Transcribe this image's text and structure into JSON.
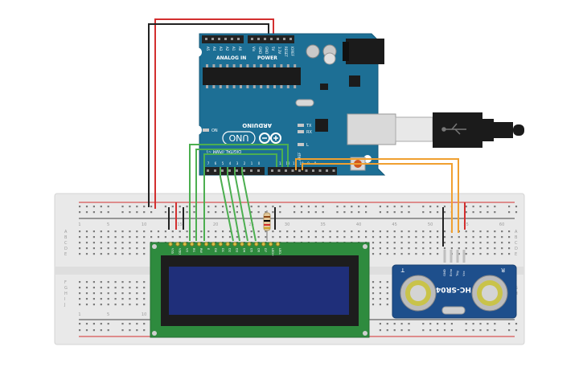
{
  "arduino": {
    "brand": "ARDUINO",
    "model": "UNO",
    "power_header_label": "POWER",
    "analog_header_label": "ANALOG IN",
    "digital_header_label": "DIGITAL (PWM ~)",
    "on_label": "ON",
    "tx_label": "TX",
    "rx_label": "RX",
    "l_label": "L",
    "aref_label": "AREF",
    "gnd_label": "GND",
    "analog_pins": [
      "A5",
      "A4",
      "A3",
      "A2",
      "A1",
      "A0"
    ],
    "power_pins": [
      "Vin",
      "GND",
      "GND",
      "5V",
      "3.3V",
      "RESET",
      "IOREF"
    ],
    "digital_pins": [
      "0",
      "1",
      "2",
      "3",
      "4",
      "5",
      "6",
      "7",
      "8",
      "9",
      "10",
      "11",
      "12",
      "13"
    ],
    "board_color": "#1d6f95"
  },
  "breadboard": {
    "column_numbers": [
      "1",
      "5",
      "10",
      "15",
      "20",
      "25",
      "30",
      "35",
      "40",
      "45",
      "50",
      "55",
      "60"
    ],
    "row_letters_top": [
      "A",
      "B",
      "C",
      "D",
      "E"
    ],
    "row_letters_bottom": [
      "F",
      "G",
      "H",
      "I",
      "J"
    ],
    "rail_plus_color": "#d32f2f",
    "rail_minus_color": "#222222"
  },
  "lcd": {
    "pin_labels": [
      "VSS",
      "VDD",
      "V0",
      "RS",
      "RW",
      "E",
      "D0",
      "D1",
      "D2",
      "D3",
      "D4",
      "D5",
      "D6",
      "D7",
      "LED+",
      "LED-"
    ],
    "pcb_color": "#2e8b3e",
    "screen_color": "#1f2f7a"
  },
  "sensor": {
    "model_label": "HC-SR04",
    "pin_labels": [
      "GND",
      "Echo",
      "Trig",
      "Vcc"
    ],
    "transmitter_label": "T",
    "receiver_label": "R",
    "pcb_color": "#1e4f8c"
  },
  "wires": {
    "power_color": "#d32f2f",
    "ground_color": "#222222",
    "signal_color": "#4caf50",
    "sensor_color": "#f0a030"
  }
}
